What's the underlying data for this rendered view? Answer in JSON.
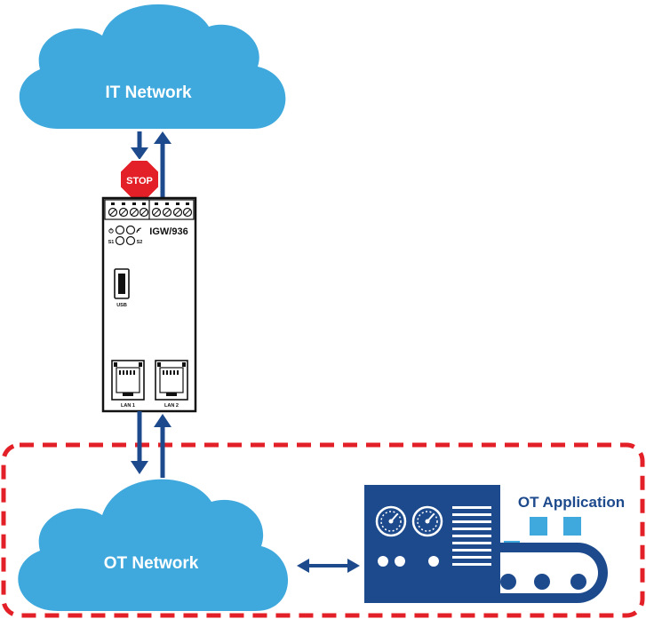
{
  "it_cloud": {
    "label": "IT Network",
    "color": "#3fa9dd"
  },
  "ot_cloud": {
    "label": "OT Network",
    "color": "#3fa9dd"
  },
  "stop_sign": {
    "label": "STOP",
    "color": "#e32027"
  },
  "device": {
    "model": "IGW/936",
    "usb_label": "USB",
    "led_s1": "S1",
    "led_s2": "S2",
    "lan1_label": "LAN 1",
    "lan2_label": "LAN 2",
    "power_icon": "power-icon",
    "signal_icon": "signal-icon"
  },
  "ot_application": {
    "label": "OT Application",
    "panel_color": "#1d4a8c",
    "box_color": "#3fa9dd"
  },
  "zone": {
    "border_color": "#e32027"
  },
  "arrow_color": "#1d4a8c"
}
